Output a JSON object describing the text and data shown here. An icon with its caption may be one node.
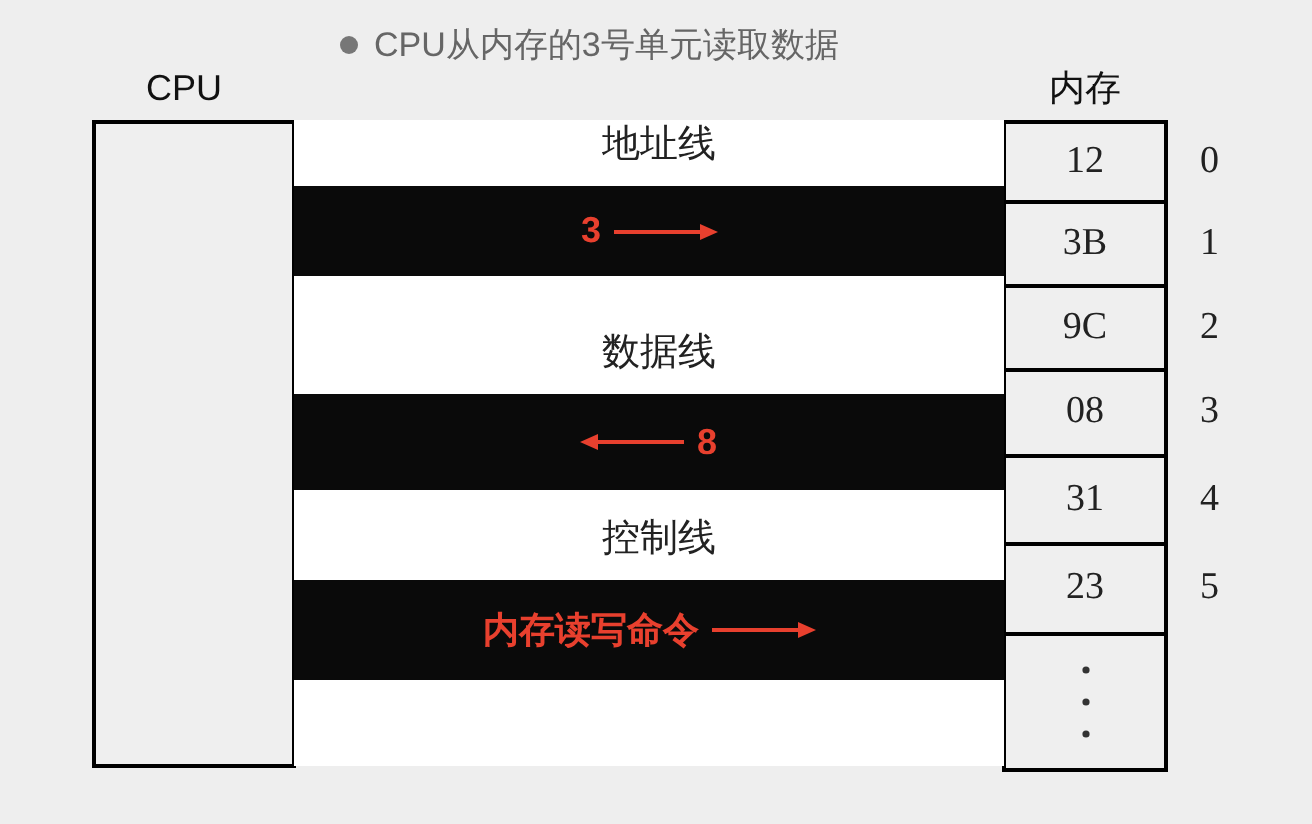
{
  "diagram": {
    "title": "CPU从内存的3号单元读取数据",
    "nodes": [
      {
        "text": [
          "CPU"
        ]
      },
      {
        "text": [
          "内存"
        ]
      },
      {
        "text": [
          "12"
        ],
        "in": 1,
        "beside": [
          "0"
        ]
      },
      {
        "text": [
          "3B"
        ],
        "in": 1,
        "beside": [
          "1"
        ]
      },
      {
        "text": [
          "9C"
        ],
        "in": 1,
        "beside": [
          "2"
        ]
      },
      {
        "text": [
          "08"
        ],
        "in": 1,
        "beside": [
          "3"
        ]
      },
      {
        "text": [
          "31"
        ],
        "in": 1,
        "beside": [
          "4"
        ]
      },
      {
        "text": [
          "23"
        ],
        "in": 1,
        "beside": [
          "5"
        ]
      },
      {
        "text": [],
        "shape": "box",
        "in": 1
      },
      {
        "text": [
          "地址线",
          "3"
        ]
      },
      {
        "text": [
          "数据线",
          "8"
        ]
      },
      {
        "text": [
          "控制线",
          "内存读写命令"
        ]
      }
    ],
    "edges": []
  }
}
